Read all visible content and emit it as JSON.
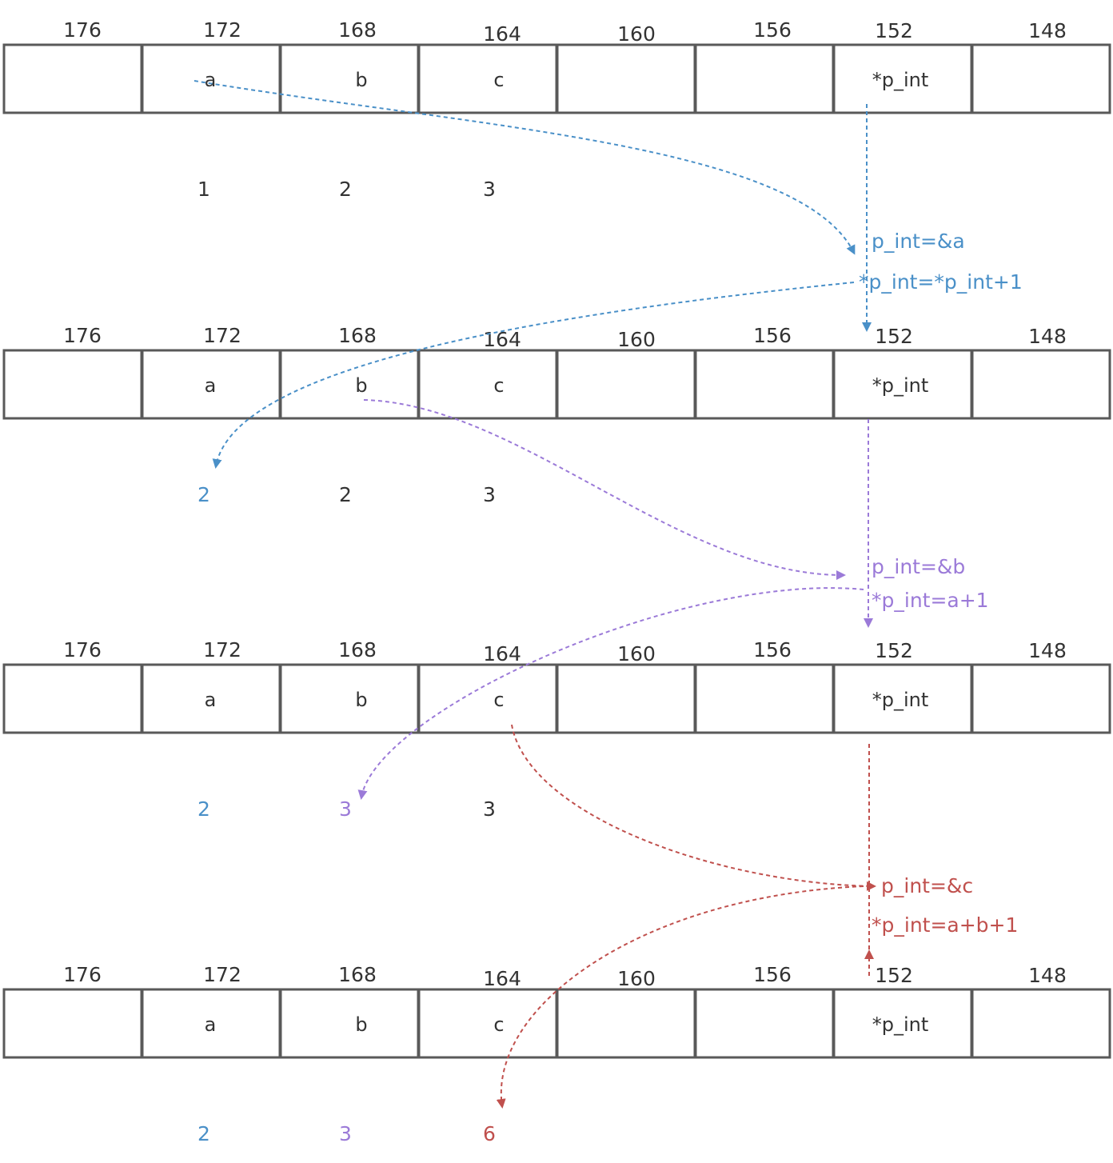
{
  "colors": {
    "default": "#333333",
    "blue": "#4a90c8",
    "purple": "#9b7ad8",
    "red": "#c0504d",
    "cell_border": "#595959"
  },
  "addresses": [
    "176",
    "172",
    "168",
    "164",
    "160",
    "156",
    "152",
    "148"
  ],
  "rows": [
    {
      "cells": [
        {
          "label": "",
          "color": "default"
        },
        {
          "label": "a",
          "color": "blue"
        },
        {
          "label": "b",
          "color": "default"
        },
        {
          "label": "c",
          "color": "default"
        },
        {
          "label": "",
          "color": "default"
        },
        {
          "label": "",
          "color": "default"
        },
        {
          "label": "*p_int",
          "color": "default"
        },
        {
          "label": "",
          "color": "default"
        }
      ],
      "values": [
        {
          "text": "1",
          "color": "default"
        },
        {
          "text": "2",
          "color": "default"
        },
        {
          "text": "3",
          "color": "default"
        }
      ]
    },
    {
      "cells": [
        {
          "label": "",
          "color": "default"
        },
        {
          "label": "a",
          "color": "default"
        },
        {
          "label": "b",
          "color": "purple"
        },
        {
          "label": "c",
          "color": "default"
        },
        {
          "label": "",
          "color": "default"
        },
        {
          "label": "",
          "color": "default"
        },
        {
          "label": "*p_int",
          "color": "default"
        },
        {
          "label": "",
          "color": "default"
        }
      ],
      "values": [
        {
          "text": "2",
          "color": "blue"
        },
        {
          "text": "2",
          "color": "default"
        },
        {
          "text": "3",
          "color": "default"
        }
      ]
    },
    {
      "cells": [
        {
          "label": "",
          "color": "default"
        },
        {
          "label": "a",
          "color": "default"
        },
        {
          "label": "b",
          "color": "default"
        },
        {
          "label": "c",
          "color": "default"
        },
        {
          "label": "",
          "color": "default"
        },
        {
          "label": "",
          "color": "default"
        },
        {
          "label": "*p_int",
          "color": "default"
        },
        {
          "label": "",
          "color": "default"
        }
      ],
      "values": [
        {
          "text": "2",
          "color": "blue"
        },
        {
          "text": "3",
          "color": "purple"
        },
        {
          "text": "3",
          "color": "default"
        }
      ]
    },
    {
      "cells": [
        {
          "label": "",
          "color": "default"
        },
        {
          "label": "a",
          "color": "default"
        },
        {
          "label": "b",
          "color": "default"
        },
        {
          "label": "c",
          "color": "default"
        },
        {
          "label": "",
          "color": "default"
        },
        {
          "label": "",
          "color": "default"
        },
        {
          "label": "*p_int",
          "color": "default"
        },
        {
          "label": "",
          "color": "default"
        }
      ],
      "values": [
        {
          "text": "2",
          "color": "blue"
        },
        {
          "text": "3",
          "color": "purple"
        },
        {
          "text": "6",
          "color": "red"
        }
      ]
    }
  ],
  "steps": [
    {
      "assign": "p_int=&a",
      "deref": "*p_int=*p_int+1",
      "color": "blue"
    },
    {
      "assign": "p_int=&b",
      "deref": "*p_int=a+1",
      "color": "purple"
    },
    {
      "assign": "p_int=&c",
      "deref": "*p_int=a+b+1",
      "color": "red"
    }
  ]
}
